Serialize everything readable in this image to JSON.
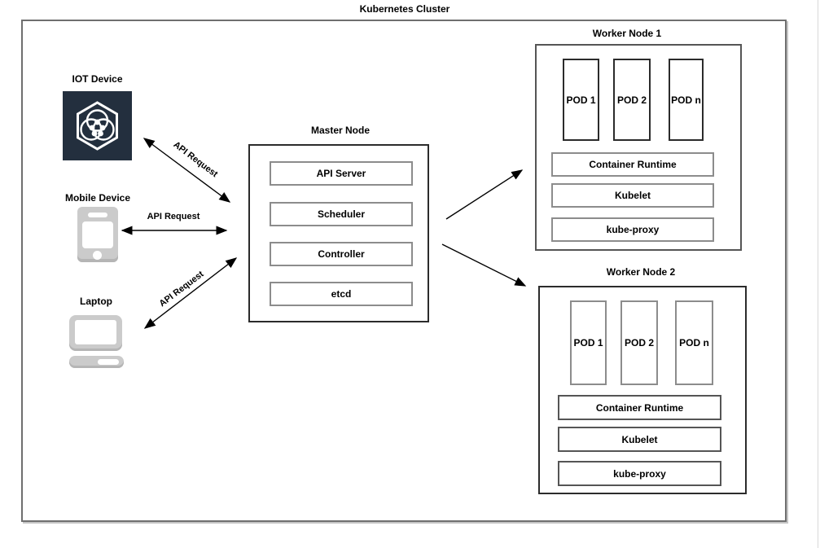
{
  "diagram": {
    "title": "Kubernetes Cluster",
    "clients": [
      {
        "label": "IOT Device",
        "icon": "iot-hexagon-icon"
      },
      {
        "label": "Mobile Device",
        "icon": "smartphone-icon"
      },
      {
        "label": "Laptop",
        "icon": "laptop-icon"
      }
    ],
    "master_node": {
      "label": "Master Node",
      "components": [
        "API Server",
        "Scheduler",
        "Controller",
        "etcd"
      ]
    },
    "worker_nodes": [
      {
        "label": "Worker Node 1",
        "pods": [
          "POD 1",
          "POD 2",
          "POD n"
        ],
        "components": [
          "Container Runtime",
          "Kubelet",
          "kube-proxy"
        ]
      },
      {
        "label": "Worker Node 2",
        "pods": [
          "POD 1",
          "POD 2",
          "POD n"
        ],
        "components": [
          "Container Runtime",
          "Kubelet",
          "kube-proxy"
        ]
      }
    ],
    "edges": [
      {
        "from": "IOT Device",
        "to": "Master Node",
        "label": "API Request",
        "bidirectional": true
      },
      {
        "from": "Mobile Device",
        "to": "Master Node",
        "label": "API Request",
        "bidirectional": true
      },
      {
        "from": "Laptop",
        "to": "Master Node",
        "label": "API Request",
        "bidirectional": true
      },
      {
        "from": "Master Node",
        "to": "Worker Node 1",
        "label": "",
        "bidirectional": false
      },
      {
        "from": "Master Node",
        "to": "Worker Node 2",
        "label": "",
        "bidirectional": false
      }
    ],
    "colors": {
      "iot_icon_bg": "#232f3e",
      "device_icon_gray": "#cbcbcb",
      "arrow": "#000000",
      "outer_border": "#6f6f6f",
      "inner_border_gray": "#8c8c8c",
      "inner_border_dark": "#2b2b2b"
    }
  }
}
